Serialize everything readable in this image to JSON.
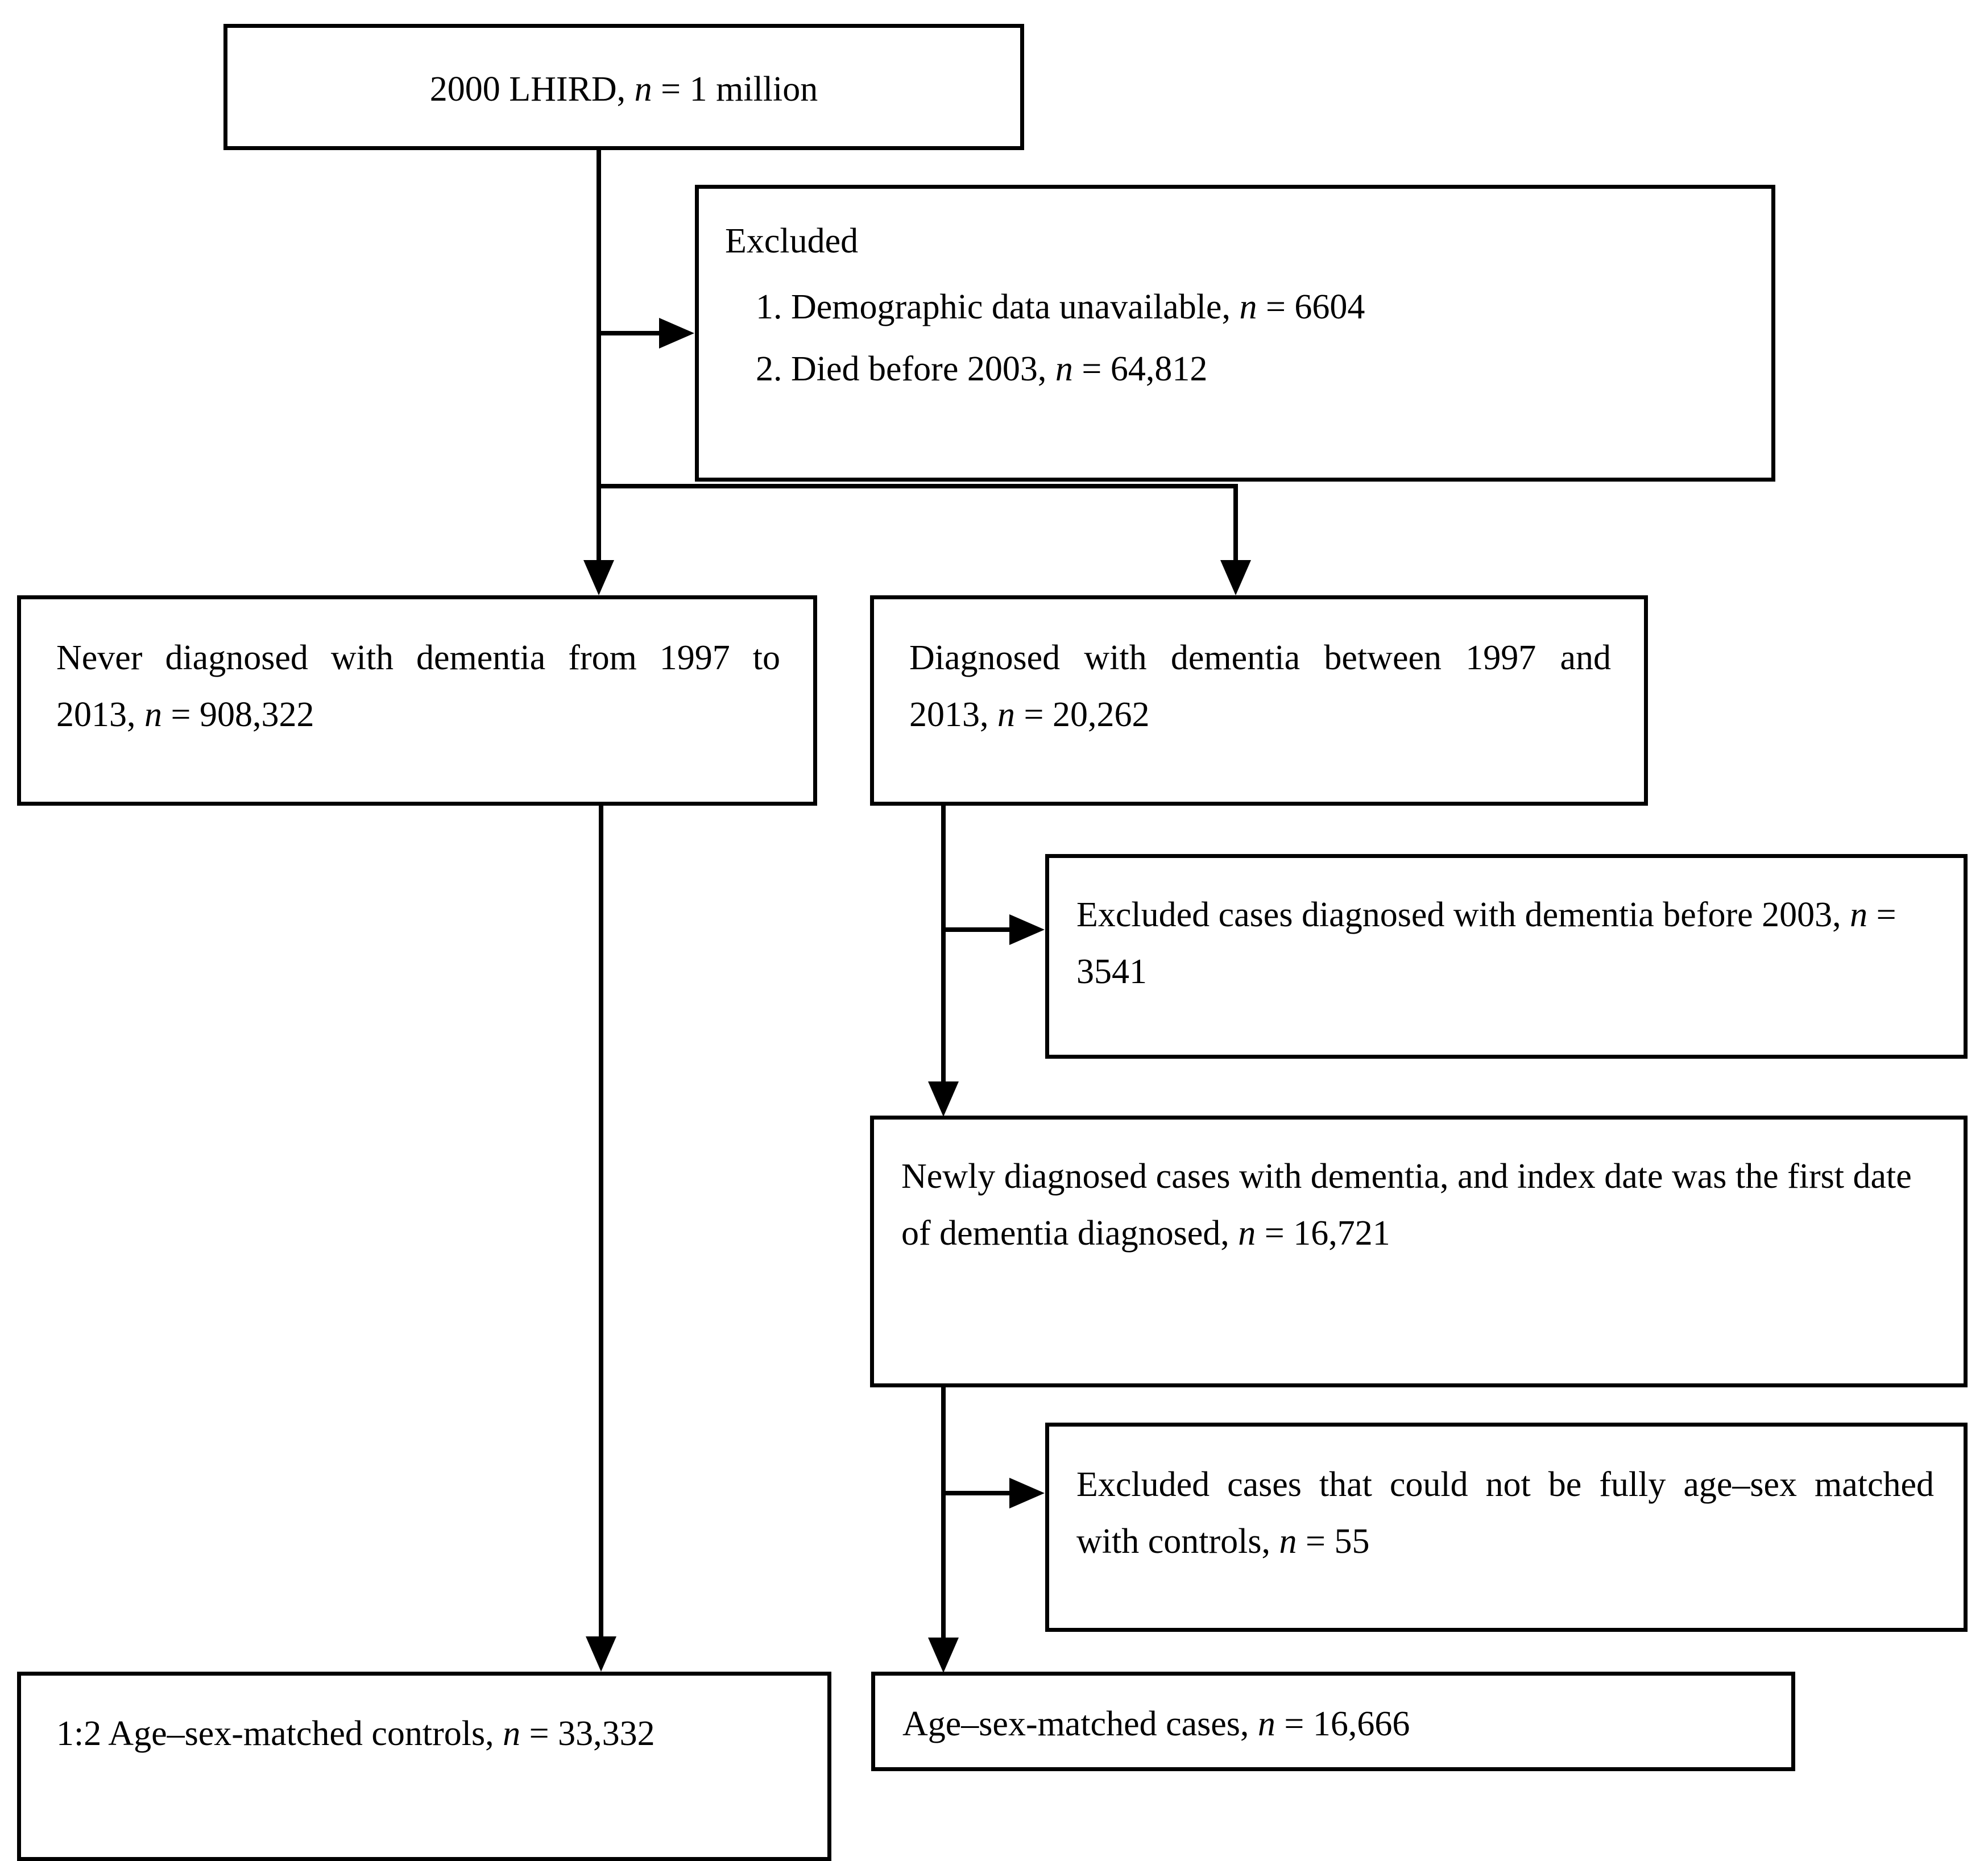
{
  "figure": {
    "type": "flowchart",
    "title": "Study population selection flow diagram",
    "orientation": "top-down"
  },
  "nodes": {
    "source_cohort": {
      "label": "2000 LHIRD, ",
      "n_var": "n",
      "n_value": " = 1 million",
      "full_text": "2000 LHIRD, n = 1 million"
    },
    "excluded_initial": {
      "heading": "Excluded",
      "item1": "1. Demographic data unavailable, ",
      "item1_var": "n",
      "item1_value": " = 6604",
      "item2": "2. Died before 2003, ",
      "item2_var": "n",
      "item2_value": " = 64,812"
    },
    "never_dementia": {
      "line1": "Never diagnosed with dementia",
      "line2": "from 1997 to 2013, ",
      "n_var": "n",
      "n_value": " = 908,322",
      "full_text": "Never diagnosed with dementia from 1997 to 2013, n = 908,322"
    },
    "diagnosed_dementia": {
      "line1": "Diagnosed with dementia",
      "line2": "between 1997 and 2013, ",
      "n_var": "n",
      "n_value": " = 20,262",
      "full_text": "Diagnosed with dementia between 1997 and 2013, n = 20,262"
    },
    "excluded_before_2003": {
      "line1": "Excluded cases diagnosed with dementia",
      "line2": "before 2003, ",
      "n_var": "n",
      "n_value": " = 3541",
      "full_text": "Excluded cases diagnosed with dementia before 2003, n = 3541"
    },
    "newly_diagnosed": {
      "line1": "Newly diagnosed cases with dementia, and index",
      "line2": "date was the first date of dementia diagnosed, ",
      "n_var": "n",
      "n_eq": " =",
      "line3": "16,721",
      "full_text": "Newly diagnosed cases with dementia, and index date was the first date of dementia diagnosed, n = 16,721"
    },
    "excluded_unmatched": {
      "line1": "Excluded cases that could not be fully",
      "line2": "age–sex matched with controls, ",
      "n_var": "n",
      "n_value": " = 55",
      "full_text": "Excluded cases that could not be fully age–sex matched with controls, n = 55"
    },
    "matched_controls": {
      "line1": "1:2 Age–sex-matched controls, ",
      "n_var": "n",
      "n_eq": " =",
      "line2": "33,332",
      "full_text": "1:2 Age–sex-matched controls, n = 33,332"
    },
    "matched_cases": {
      "line1": "Age–sex-matched cases, ",
      "n_var": "n",
      "n_value": " = 16,666",
      "full_text": "Age–sex-matched cases, n = 16,666"
    }
  },
  "edges": [
    {
      "name": "source-to-excluded-initial",
      "from": "source_cohort",
      "to": "excluded_initial",
      "style": "arrow-right"
    },
    {
      "name": "source-to-never-dementia",
      "from": "source_cohort",
      "to": "never_dementia",
      "style": "arrow-down"
    },
    {
      "name": "source-to-diagnosed-dementia",
      "from": "source_cohort",
      "to": "diagnosed_dementia",
      "style": "arrow-down"
    },
    {
      "name": "never-dementia-to-matched-controls",
      "from": "never_dementia",
      "to": "matched_controls",
      "style": "arrow-down"
    },
    {
      "name": "diagnosed-to-excluded-before-2003",
      "from": "diagnosed_dementia",
      "to": "excluded_before_2003",
      "style": "arrow-right"
    },
    {
      "name": "diagnosed-to-newly-diagnosed",
      "from": "diagnosed_dementia",
      "to": "newly_diagnosed",
      "style": "arrow-down"
    },
    {
      "name": "newly-diagnosed-to-excluded-unmatched",
      "from": "newly_diagnosed",
      "to": "excluded_unmatched",
      "style": "arrow-right"
    },
    {
      "name": "newly-diagnosed-to-matched-cases",
      "from": "newly_diagnosed",
      "to": "matched_cases",
      "style": "arrow-down"
    }
  ],
  "colors": {
    "stroke": "#000000",
    "fill": "#ffffff",
    "text": "#000000"
  }
}
